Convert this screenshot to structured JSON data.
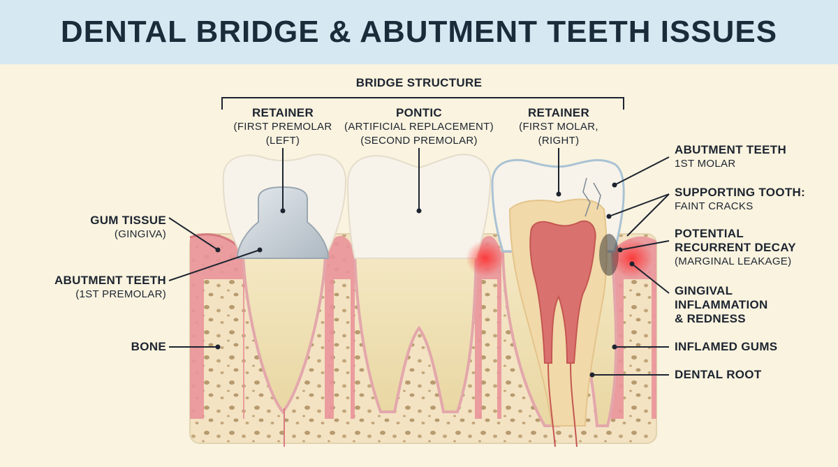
{
  "title": "DENTAL BRIDGE & ABUTMENT TEETH ISSUES",
  "bridge_structure": "BRIDGE STRUCTURE",
  "top_labels": [
    {
      "head": "RETAINER",
      "sub1": "(FIRST PREMOLAR",
      "sub2": "(LEFT)"
    },
    {
      "head": "PONTIC",
      "sub1": "(ARTIFICIAL REPLACEMENT)",
      "sub2": "(SECOND PREMOLAR)"
    },
    {
      "head": "RETAINER",
      "sub1": "(FIRST MOLAR,",
      "sub2": "(RIGHT)"
    }
  ],
  "left_labels": {
    "gum_tissue": {
      "head": "GUM TISSUE",
      "sub": "(GINGIVA)"
    },
    "abutment": {
      "head": "ABUTMENT TEETH",
      "sub": "(1ST PREMOLAR)"
    },
    "bone": {
      "head": "BONE"
    }
  },
  "right_labels": {
    "abutment": {
      "head": "ABUTMENT TEETH",
      "sub": "1ST MOLAR"
    },
    "supporting": {
      "head": "SUPPORTING TOOTH:",
      "sub": "FAINT CRACKS"
    },
    "decay": {
      "head1": "POTENTIAL",
      "head2": "RECURRENT DECAY",
      "sub": "(MARGINAL LEAKAGE)"
    },
    "gingival": {
      "head1": "GINGIVAL",
      "head2": "INFLAMMATION",
      "head3": "& REDNESS"
    },
    "inflamed": {
      "head": "INFLAMED GUMS"
    },
    "root": {
      "head": "DENTAL ROOT"
    }
  },
  "colors": {
    "background": "#f9f3df",
    "title_band": "#d6e9f3",
    "gum": "#e9939a",
    "bone": "#f3e3c3",
    "enamel": "#f7f3ea",
    "crown_metal": "#c9d2d9",
    "pulp": "#d9726f",
    "inflammation": "#ef3b3b"
  }
}
